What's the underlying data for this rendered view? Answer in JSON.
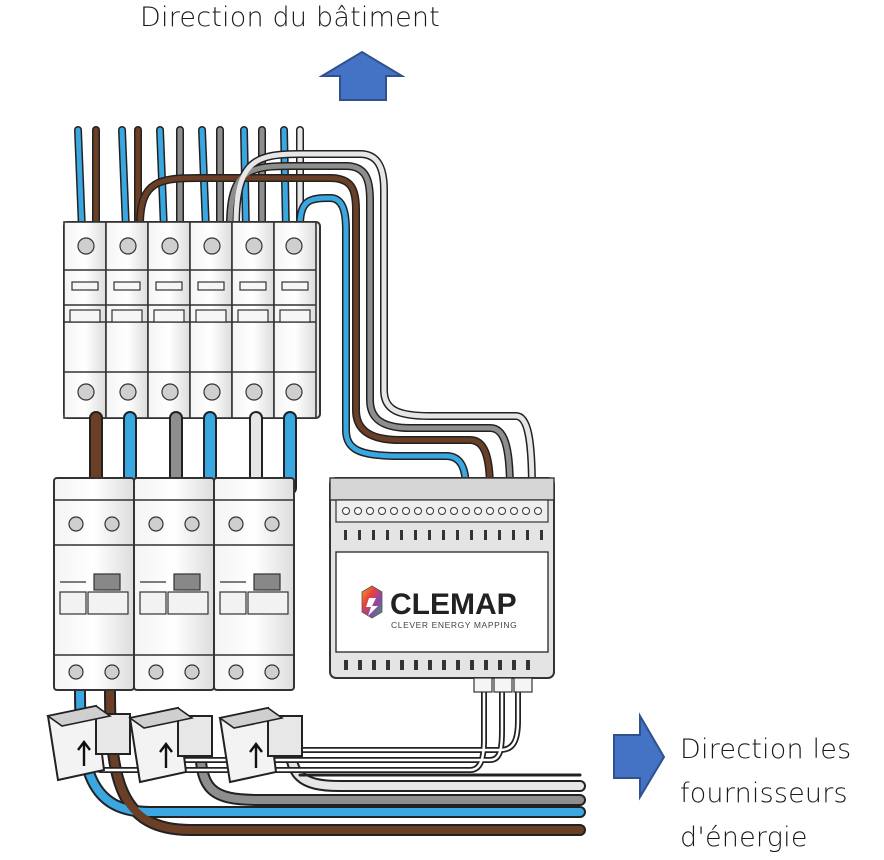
{
  "labels": {
    "top": "Direction du bâtiment",
    "side_line1": "Direction les",
    "side_line2": "fournisseurs",
    "side_line3": "d'énergie"
  },
  "device": {
    "brand": "CLEMAP",
    "tagline": "CLEVER ENERGY MAPPING"
  },
  "colors": {
    "arrow_fill": "#4472C4",
    "arrow_stroke": "#2F528F",
    "wire_blue": "#3AA7E0",
    "wire_brown": "#6B3E26",
    "wire_grey": "#8E8E8E",
    "wire_black": "#1E1E1E",
    "wire_white": "#E6E6E6"
  },
  "icons": {
    "up_arrow": "arrow-up-icon",
    "right_arrow": "arrow-right-icon",
    "logo": "clemap-hexagon-logo"
  }
}
